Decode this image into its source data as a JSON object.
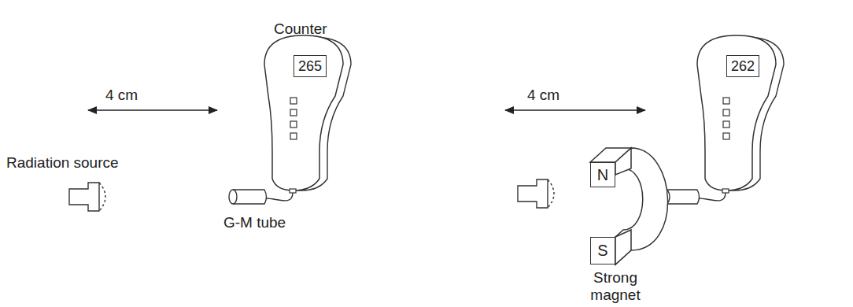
{
  "diagram": {
    "nodes": [
      {
        "text": [
          "265"
        ]
      },
      {
        "text": [
          "N"
        ]
      },
      {
        "text": [
          "S"
        ]
      },
      {
        "text": [
          "262"
        ]
      }
    ],
    "labels": [
      "Counter",
      "4 cm",
      "Radiation source",
      "G-M tube",
      "4 cm",
      "Strong magnet"
    ]
  }
}
